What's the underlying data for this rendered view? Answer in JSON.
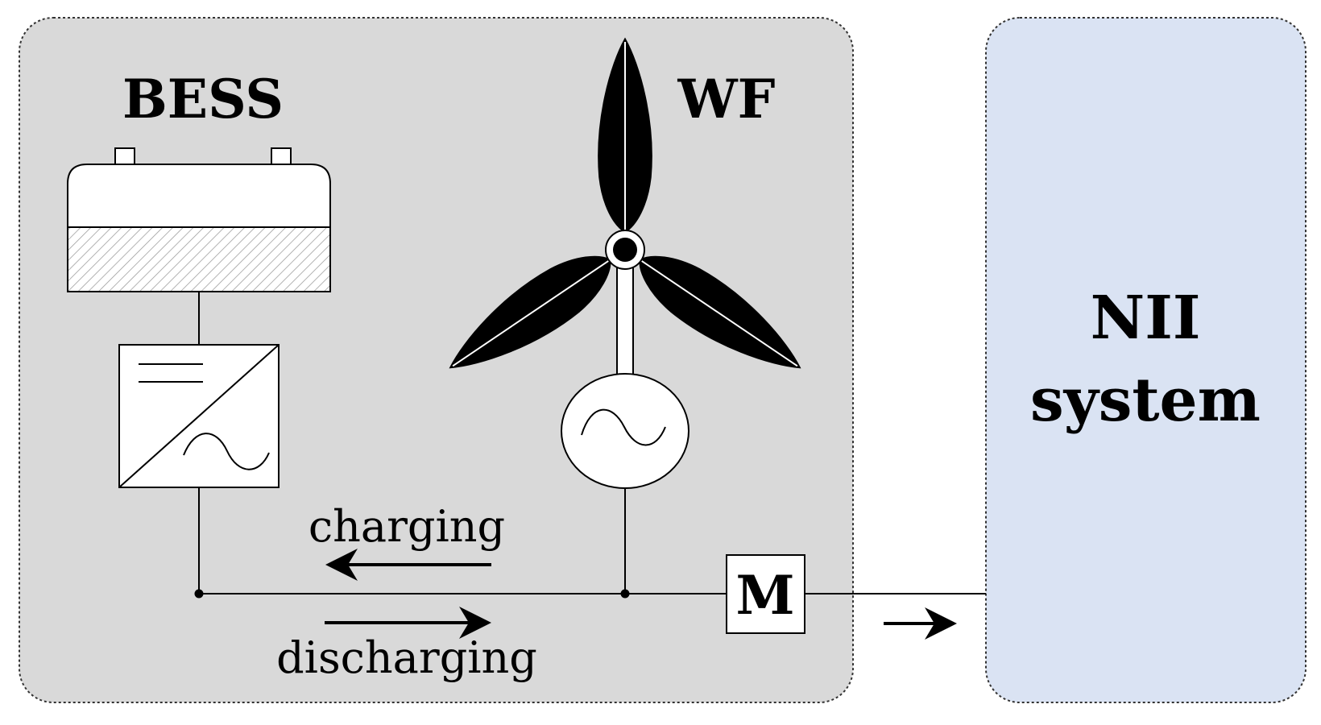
{
  "labels": {
    "bess": "BESS",
    "wf": "WF",
    "meter": "M",
    "system_line1": "NII",
    "system_line2": "system",
    "charging": "charging",
    "discharging": "discharging"
  },
  "colors": {
    "plant_fill": "#d9d9d9",
    "system_fill": "#dae3f3",
    "stroke": "#000000"
  },
  "icons": {
    "battery": "battery-icon",
    "inverter": "dc-ac-converter-icon",
    "turbine": "wind-turbine-icon",
    "generator": "ac-generator-icon",
    "meter": "meter-icon"
  }
}
